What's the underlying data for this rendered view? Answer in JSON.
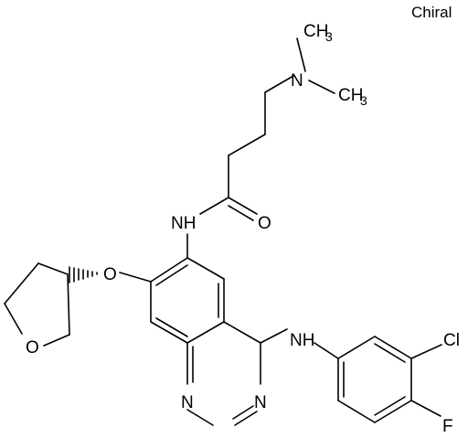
{
  "stereo_label": "Chiral",
  "atoms": {
    "n_dimethyl": "N",
    "ch3": "CH",
    "ch3_digit": "3",
    "amide_nh": "NH",
    "carbonyl_o": "O",
    "ether_o": "O",
    "ring_o": "O",
    "aniline_nh": "NH",
    "quin_n1": "N",
    "quin_n3": "N",
    "chloro": "Cl",
    "fluoro": "F"
  }
}
